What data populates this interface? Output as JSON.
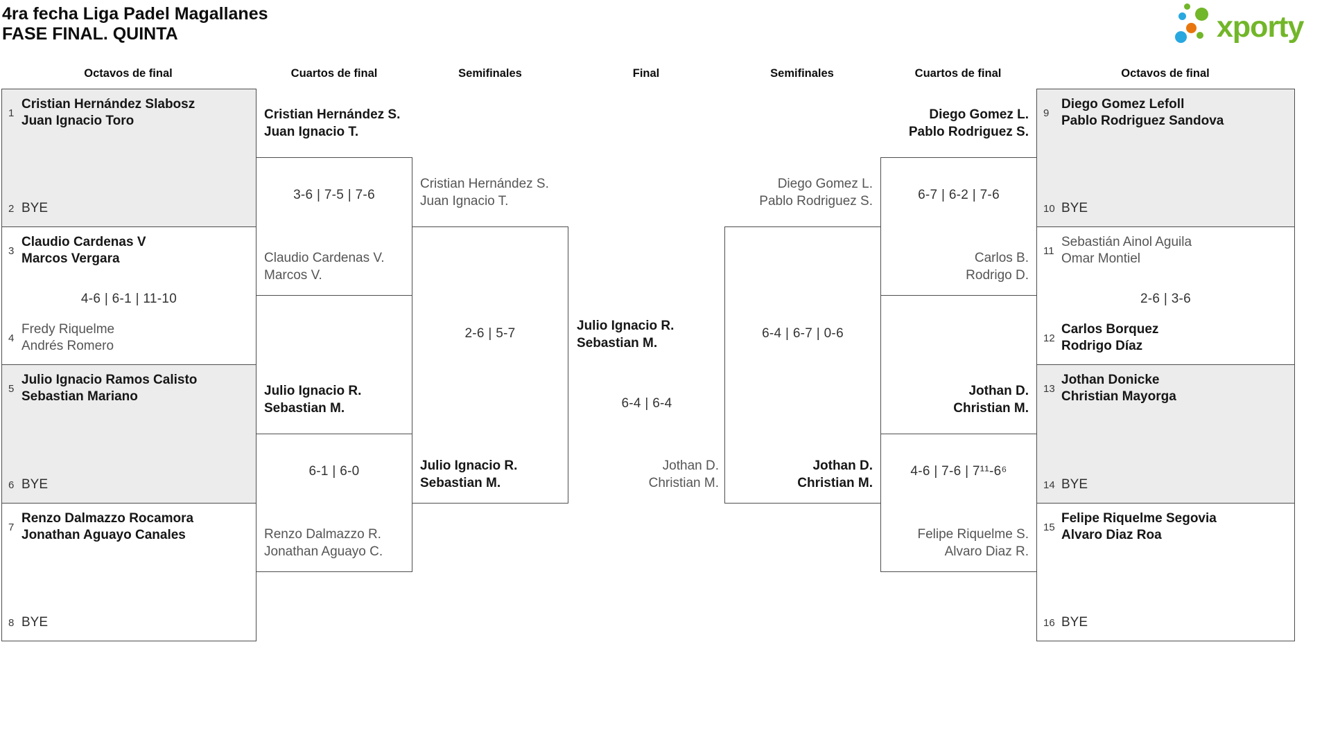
{
  "title": {
    "line1": "4ra fecha Liga Padel Magallanes",
    "line2": "FASE FINAL. QUINTA"
  },
  "logo": {
    "brand": "xporty"
  },
  "round_headers": [
    "Octavos de final",
    "Cuartos de final",
    "Semifinales",
    "Final",
    "Semifinales",
    "Cuartos de final",
    "Octavos de final"
  ],
  "colors": {
    "logo_green": "#72b629",
    "logo_blue": "#29a8e0",
    "logo_orange": "#e8760e",
    "box_fill_gray": "#ececec",
    "border": "#4d4d4d",
    "winner_text": "#161616",
    "loser_text": "#555555"
  },
  "r16_left": [
    {
      "seed_top": "1",
      "team_top": [
        "Cristian Hernández Slabosz",
        "Juan Ignacio Toro"
      ],
      "score": "",
      "seed_bottom": "2",
      "team_bottom": [
        "BYE"
      ]
    },
    {
      "seed_top": "3",
      "team_top": [
        "Claudio Cardenas V",
        "Marcos Vergara"
      ],
      "score": "4-6 | 6-1 | 11-10",
      "seed_bottom": "4",
      "team_bottom": [
        "Fredy Riquelme",
        "Andrés Romero"
      ]
    },
    {
      "seed_top": "5",
      "team_top": [
        "Julio Ignacio Ramos Calisto",
        "Sebastian Mariano"
      ],
      "score": "",
      "seed_bottom": "6",
      "team_bottom": [
        "BYE"
      ]
    },
    {
      "seed_top": "7",
      "team_top": [
        "Renzo Dalmazzo Rocamora",
        "Jonathan Aguayo Canales"
      ],
      "score": "",
      "seed_bottom": "8",
      "team_bottom": [
        "BYE"
      ]
    }
  ],
  "qf_left": [
    {
      "team_top": [
        "Cristian Hernández S.",
        "Juan Ignacio T."
      ],
      "score": "3-6 | 7-5 | 7-6",
      "team_bottom": [
        "Claudio Cardenas V.",
        "Marcos V."
      ]
    },
    {
      "team_top": [
        "Julio Ignacio R.",
        "Sebastian M."
      ],
      "score": "6-1 | 6-0",
      "team_bottom": [
        "Renzo Dalmazzo R.",
        "Jonathan Aguayo C."
      ]
    }
  ],
  "sf_left": {
    "team_top": [
      "Cristian Hernández S.",
      "Juan Ignacio T."
    ],
    "score": "2-6 | 5-7",
    "team_bottom": [
      "Julio Ignacio R.",
      "Sebastian M."
    ]
  },
  "final": {
    "winner": [
      "Julio Ignacio R.",
      "Sebastian M."
    ],
    "score": "6-4 | 6-4",
    "loser": [
      "Jothan D.",
      "Christian M."
    ]
  },
  "sf_right": {
    "team_top": [
      "Diego Gomez L.",
      "Pablo Rodriguez S."
    ],
    "score": "6-4 | 6-7 | 0-6",
    "team_bottom": [
      "Jothan D.",
      "Christian M."
    ]
  },
  "qf_right": [
    {
      "team_top": [
        "Diego Gomez L.",
        "Pablo Rodriguez S."
      ],
      "score": "6-7 | 6-2 | 7-6",
      "team_bottom": [
        "Carlos B.",
        "Rodrigo D."
      ]
    },
    {
      "team_top": [
        "Jothan D.",
        "Christian M."
      ],
      "score": "4-6 | 7-6 | 7¹¹-6⁶",
      "team_bottom": [
        "Felipe Riquelme S.",
        "Alvaro Diaz R."
      ]
    }
  ],
  "r16_right": [
    {
      "seed_top": "9",
      "team_top": [
        "Diego Gomez Lefoll",
        "Pablo Rodriguez Sandova"
      ],
      "score": "",
      "seed_bottom": "10",
      "team_bottom": [
        "BYE"
      ]
    },
    {
      "seed_top": "11",
      "team_top": [
        "Sebastián Ainol Aguila",
        "Omar Montiel"
      ],
      "score": "2-6 | 3-6",
      "seed_bottom": "12",
      "team_bottom": [
        "Carlos Borquez",
        "Rodrigo Díaz"
      ]
    },
    {
      "seed_top": "13",
      "team_top": [
        "Jothan Donicke",
        "Christian Mayorga"
      ],
      "score": "",
      "seed_bottom": "14",
      "team_bottom": [
        "BYE"
      ]
    },
    {
      "seed_top": "15",
      "team_top": [
        "Felipe Riquelme Segovia",
        "Alvaro Diaz Roa"
      ],
      "score": "",
      "seed_bottom": "16",
      "team_bottom": [
        "BYE"
      ]
    }
  ]
}
